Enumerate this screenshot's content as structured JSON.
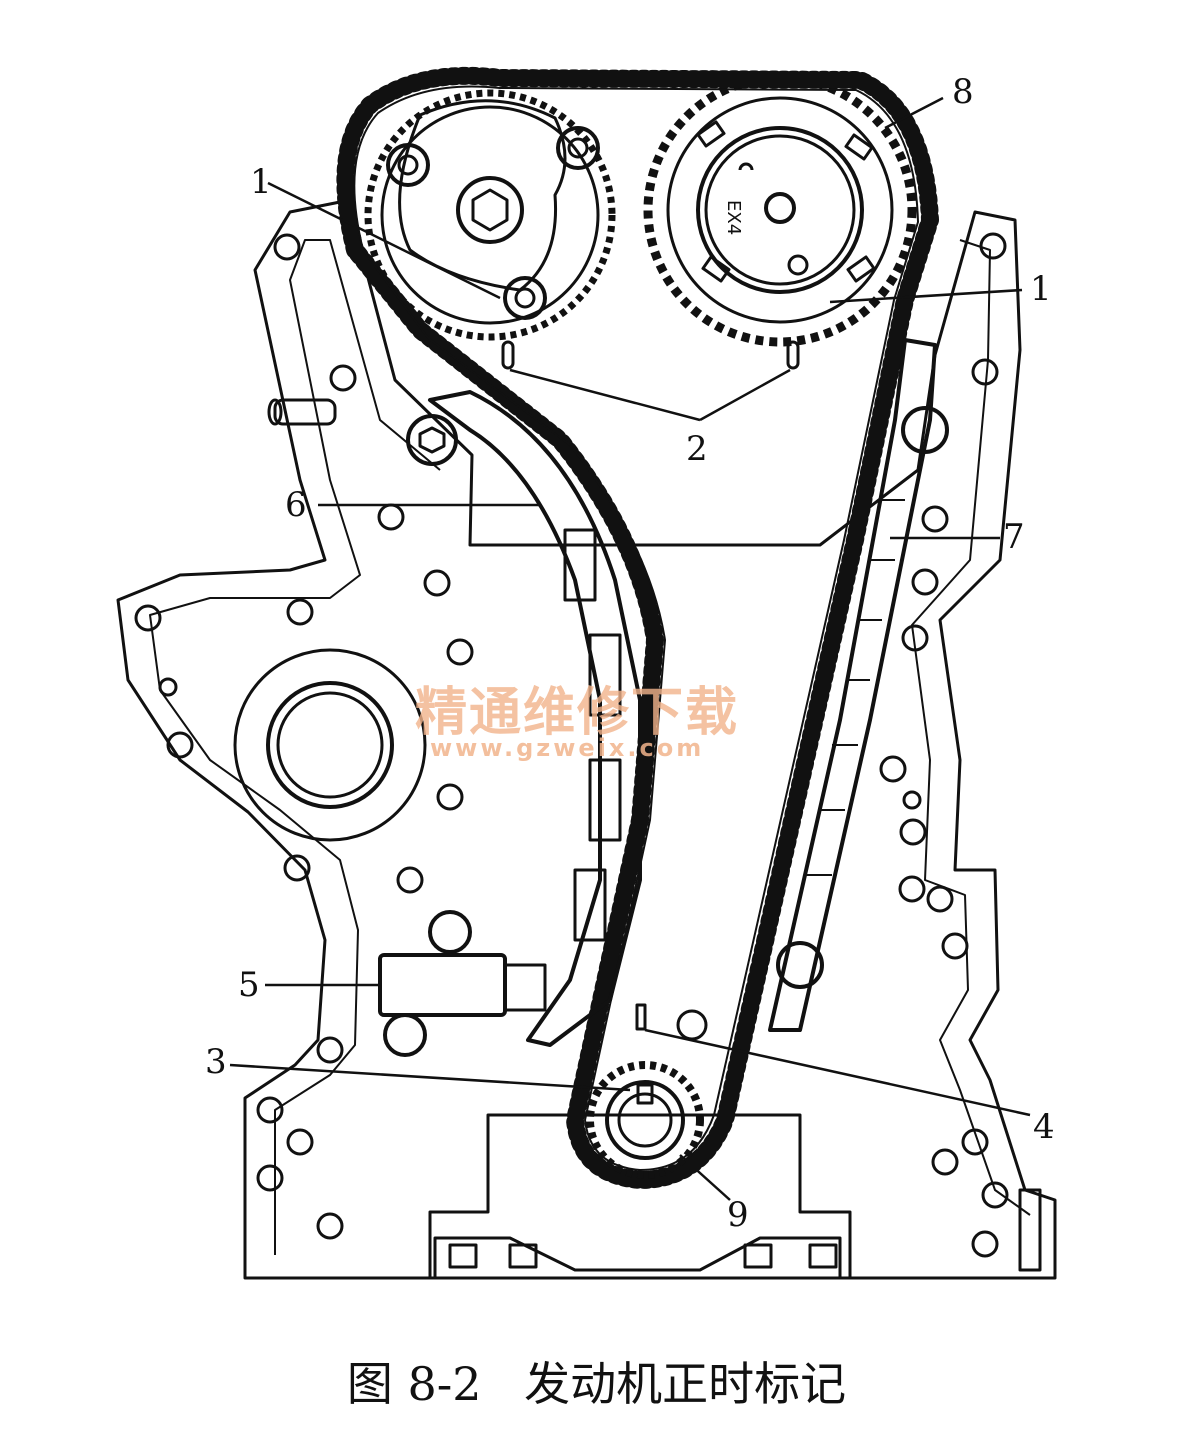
{
  "labels": {
    "l1a": "1",
    "l1b": "1",
    "l2": "2",
    "l3": "3",
    "l4": "4",
    "l5": "5",
    "l6": "6",
    "l7": "7",
    "l8": "8",
    "l9": "9"
  },
  "gear_marking": "EX4",
  "watermark": {
    "text_cn": "精通维修下载",
    "url": "www.gzweix.com"
  },
  "caption": {
    "figure_no": "图 8-2",
    "title": "发动机正时标记"
  }
}
